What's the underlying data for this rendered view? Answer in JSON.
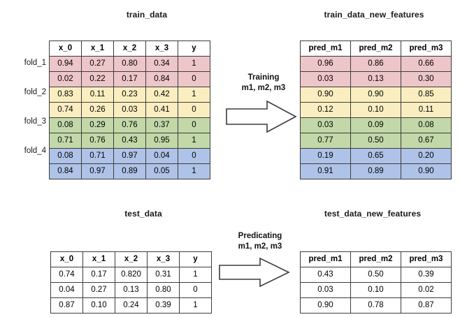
{
  "figure": {
    "background": "#ffffff",
    "band_colors": {
      "fold_1": "#edc6c9",
      "fold_2": "#faeec0",
      "fold_3": "#c2d8a8",
      "fold_4": "#afc3e8"
    }
  },
  "train_data": {
    "title": "train_data",
    "columns": [
      "x_0",
      "x_1",
      "x_2",
      "x_3",
      "y"
    ],
    "fold_labels": [
      "fold_1",
      "fold_2",
      "fold_3",
      "fold_4"
    ],
    "rows": [
      {
        "band": "pink",
        "cells": [
          "0.94",
          "0.27",
          "0.80",
          "0.34",
          "1"
        ]
      },
      {
        "band": "pink",
        "cells": [
          "0.02",
          "0.22",
          "0.17",
          "0.84",
          "0"
        ]
      },
      {
        "band": "cream",
        "cells": [
          "0.83",
          "0.11",
          "0.23",
          "0.42",
          "1"
        ]
      },
      {
        "band": "cream",
        "cells": [
          "0.74",
          "0.26",
          "0.03",
          "0.41",
          "0"
        ]
      },
      {
        "band": "green",
        "cells": [
          "0.08",
          "0.29",
          "0.76",
          "0.37",
          "0"
        ]
      },
      {
        "band": "green",
        "cells": [
          "0.71",
          "0.76",
          "0.43",
          "0.95",
          "1"
        ]
      },
      {
        "band": "blue",
        "cells": [
          "0.08",
          "0.71",
          "0.97",
          "0.04",
          "0"
        ]
      },
      {
        "band": "blue",
        "cells": [
          "0.84",
          "0.97",
          "0.89",
          "0.05",
          "1"
        ]
      }
    ]
  },
  "train_data_new_features": {
    "title": "train_data_new_features",
    "columns": [
      "pred_m1",
      "pred_m2",
      "pred_m3"
    ],
    "rows": [
      {
        "band": "pink",
        "cells": [
          "0.96",
          "0.86",
          "0.66"
        ]
      },
      {
        "band": "pink",
        "cells": [
          "0.03",
          "0.13",
          "0.30"
        ]
      },
      {
        "band": "cream",
        "cells": [
          "0.90",
          "0.90",
          "0.85"
        ]
      },
      {
        "band": "cream",
        "cells": [
          "0.12",
          "0.10",
          "0.11"
        ]
      },
      {
        "band": "green",
        "cells": [
          "0.03",
          "0.09",
          "0.08"
        ]
      },
      {
        "band": "green",
        "cells": [
          "0.77",
          "0.50",
          "0.67"
        ]
      },
      {
        "band": "blue",
        "cells": [
          "0.19",
          "0.65",
          "0.20"
        ]
      },
      {
        "band": "blue",
        "cells": [
          "0.91",
          "0.89",
          "0.90"
        ]
      }
    ]
  },
  "test_data": {
    "title": "test_data",
    "columns": [
      "x_0",
      "x_1",
      "x_2",
      "x_3",
      "y"
    ],
    "rows": [
      {
        "band": "none",
        "cells": [
          "0.74",
          "0.17",
          "0.820",
          "0.31",
          "1"
        ]
      },
      {
        "band": "none",
        "cells": [
          "0.04",
          "0.27",
          "0.13",
          "0.80",
          "0"
        ]
      },
      {
        "band": "none",
        "cells": [
          "0.87",
          "0.10",
          "0.24",
          "0.39",
          "1"
        ]
      }
    ]
  },
  "test_data_new_features": {
    "title": "test_data_new_features",
    "columns": [
      "pred_m1",
      "pred_m2",
      "pred_m3"
    ],
    "rows": [
      {
        "band": "none",
        "cells": [
          "0.43",
          "0.50",
          "0.39"
        ]
      },
      {
        "band": "none",
        "cells": [
          "0.03",
          "0.10",
          "0.02"
        ]
      },
      {
        "band": "none",
        "cells": [
          "0.90",
          "0.78",
          "0.87"
        ]
      }
    ]
  },
  "arrows": {
    "training": {
      "line1": "Training",
      "line2": "m1, m2, m3"
    },
    "predicting": {
      "line1": "Predicating",
      "line2": "m1, m2, m3"
    }
  }
}
